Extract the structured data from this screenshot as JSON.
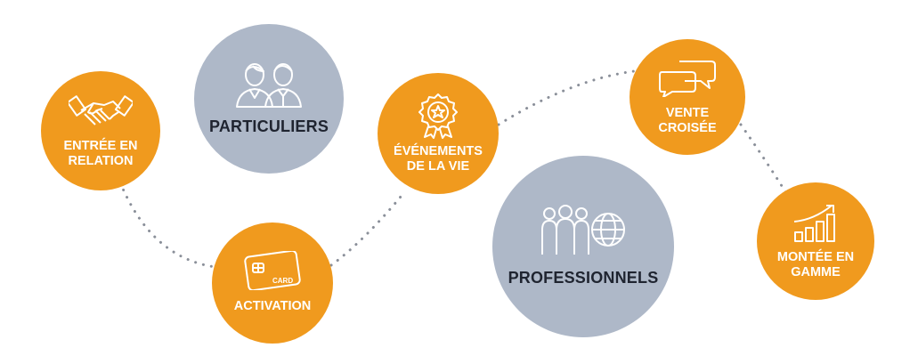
{
  "colors": {
    "orange": "#f09a1e",
    "grey": "#aeb8c8",
    "connector": "#8a8f99"
  },
  "nodes": [
    {
      "id": "entree",
      "label": "ENTRÉE EN\nRELATION",
      "type": "stage",
      "icon": "handshake-icon"
    },
    {
      "id": "particuliers",
      "label": "PARTICULIERS",
      "type": "segment",
      "icon": "people-icon"
    },
    {
      "id": "activation",
      "label": "ACTIVATION",
      "type": "stage",
      "icon": "card-icon",
      "icon_text": "CARD"
    },
    {
      "id": "evenements",
      "label": "ÉVÉNEMENTS\nDE LA VIE",
      "type": "stage",
      "icon": "award-badge-icon"
    },
    {
      "id": "professionnels",
      "label": "PROFESSIONNELS",
      "type": "segment",
      "icon": "business-globe-icon"
    },
    {
      "id": "vente",
      "label": "VENTE\nCROISÉE",
      "type": "stage",
      "icon": "chat-bubbles-icon"
    },
    {
      "id": "montee",
      "label": "MONTÉE EN\nGAMME",
      "type": "stage",
      "icon": "growth-chart-icon"
    }
  ]
}
